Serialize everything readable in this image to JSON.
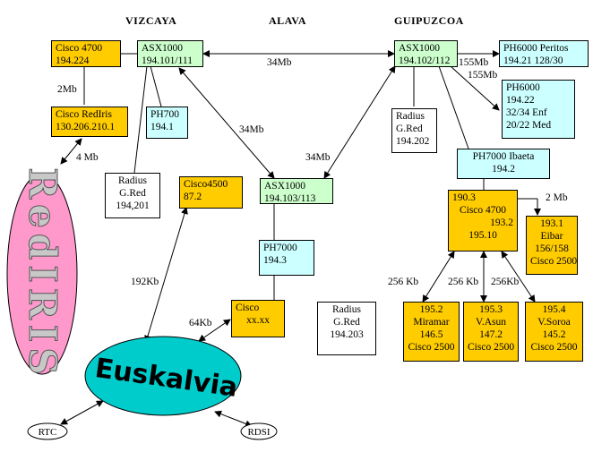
{
  "headers": {
    "vizcaya": "VIZCAYA",
    "alava": "ALAVA",
    "guipuzcoa": "GUIPUZCOA"
  },
  "nodes": {
    "cisco4700_v": [
      "Cisco 4700",
      "194.224"
    ],
    "asx_v": [
      "ASX1000",
      "194.101/111"
    ],
    "asx_g": [
      "ASX1000",
      "194.102/112"
    ],
    "ph6000_peritos": [
      "PH6000  Peritos",
      "194.21     128/30"
    ],
    "ph6000_enf": [
      "PH6000",
      "194.22",
      "32/34 Enf",
      "20/22  Med"
    ],
    "cisco_rediris": [
      "Cisco RedIris",
      "130.206.210.1"
    ],
    "ph700": [
      "PH700",
      "194.1"
    ],
    "radius_g": [
      "Radius",
      "G.Red",
      "194.202"
    ],
    "ph7000_ibaeta": [
      "PH7000 Ibaeta",
      "194.2"
    ],
    "radius_v": [
      "Radius",
      "G.Red",
      "194,201"
    ],
    "cisco4500": [
      "Cisco4500",
      "87.2"
    ],
    "asx_a": [
      "ASX1000",
      "194.103/113"
    ],
    "cisco4700_g": [
      "190.3",
      "Cisco 4700",
      "193.2",
      "195.10"
    ],
    "eibar": [
      "193.1",
      "Eibar",
      "156/158",
      "Cisco 2500"
    ],
    "ph7000_a": [
      "PH7000",
      "194.3"
    ],
    "cisco_xx": [
      "Cisco",
      "xx.xx"
    ],
    "radius_a": [
      "Radius",
      "G.Red",
      "194.203"
    ],
    "miramar": [
      "195.2",
      "Miramar",
      "146.5",
      "Cisco 2500"
    ],
    "vasun": [
      "195.3",
      "V.Asun",
      "147.2",
      "Cisco 2500"
    ],
    "vsoroa": [
      "195.4",
      "V.Soroa",
      "145.2",
      "Cisco 2500"
    ]
  },
  "labels": {
    "bw_34_top": "34Mb",
    "bw_155_a": "155Mb",
    "bw_155_b": "155Mb",
    "bw_2_v": "2Mb",
    "bw_4": "4 Mb",
    "bw_34_v": "34Mb",
    "bw_34_g": "34Mb",
    "bw_2_g": "2 Mb",
    "bw_192": "192Kb",
    "bw_64": "64Kb",
    "bw_256_a": "256 Kb",
    "bw_256_b": "256 Kb",
    "bw_256_c": "256Kb"
  },
  "rediris": "RedIRIS",
  "euskalvia": "Euskalvia",
  "rtc": "RTC",
  "rdsi": "RDSI",
  "colors": {
    "cisco": "#ffcc00",
    "atm": "#ccffcc",
    "ph": "#ccffff",
    "rediris": "#ff99cc",
    "euskalvia": "#00cccc",
    "rediris_letters": "#c8c8c8"
  }
}
